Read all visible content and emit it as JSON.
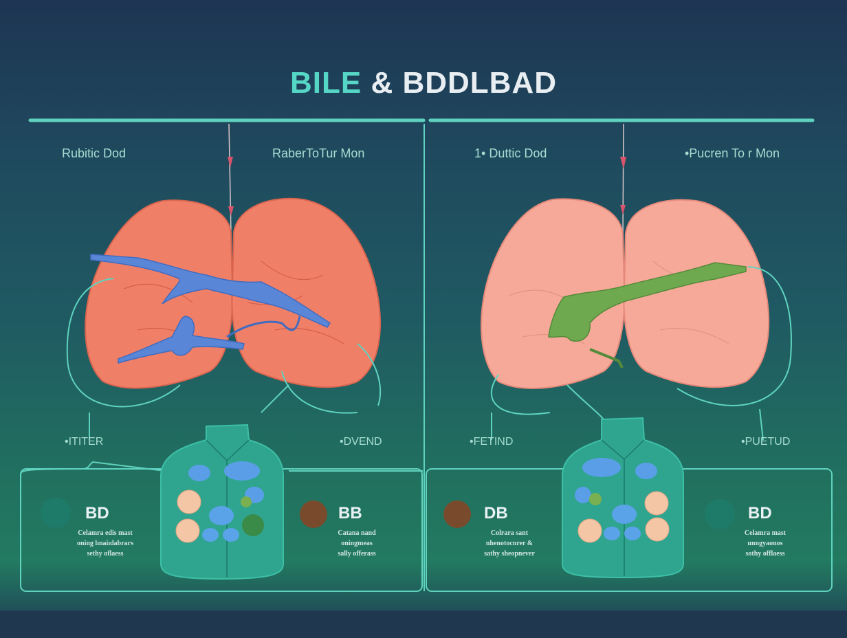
{
  "title": {
    "part1": "BILE",
    "part2": "& BDDLBAD"
  },
  "left_panel": {
    "label_left": "Rubitic Dod",
    "label_right": "RaberToTur Mon",
    "side_left": "•ITITER",
    "side_right": "•DVEND",
    "card_left": {
      "code": "BD",
      "lines": [
        "Celamra edis mast",
        "oning lınaiıdabrars",
        "sethy oflaess"
      ]
    },
    "card_right": {
      "code": "BB",
      "lines": [
        "Catana nand",
        "oningmeas",
        "sally offerass"
      ]
    }
  },
  "right_panel": {
    "label_left": "1• Duttic Dod",
    "label_right": "•Pucren To r Mon",
    "side_left": "•FETIND",
    "side_right": "•PUETUD",
    "card_left": {
      "code": "DB",
      "lines": [
        "Colrara sant",
        "nhenotocnrer &",
        "sathy sheopnever"
      ]
    },
    "card_right": {
      "code": "BD",
      "lines": [
        "Celamra mast",
        "unngyaonos",
        "sothy offlaess"
      ]
    }
  },
  "colors": {
    "accent": "#56d6c4",
    "line": "#5fd3bf",
    "organ_left": "#f07f68",
    "organ_right": "#f6a998",
    "duct_blue": "#5a86d8",
    "duct_green": "#6ea84f",
    "bladder": "#2fa58f"
  },
  "icons": [
    "cell-icon",
    "organ-icon",
    "bladder-icon",
    "duct-icon",
    "arrow-down-icon"
  ]
}
